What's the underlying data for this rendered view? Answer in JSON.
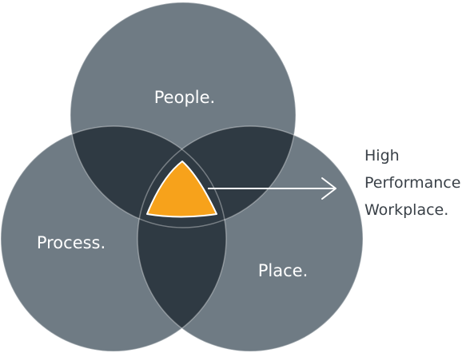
{
  "diagram": {
    "circles": [
      {
        "key": "people",
        "label": "People."
      },
      {
        "key": "process",
        "label": "Process."
      },
      {
        "key": "place",
        "label": "Place."
      }
    ],
    "outcome": {
      "lines": [
        "High",
        "Performance",
        "Workplace."
      ]
    }
  },
  "colors": {
    "circle_fill": "#6f7b84",
    "overlap_fill": "#2f3a43",
    "center_fill": "#f7a21b",
    "outline": "#ffffff",
    "text_light": "#ffffff",
    "text_dark": "#3a4148"
  }
}
